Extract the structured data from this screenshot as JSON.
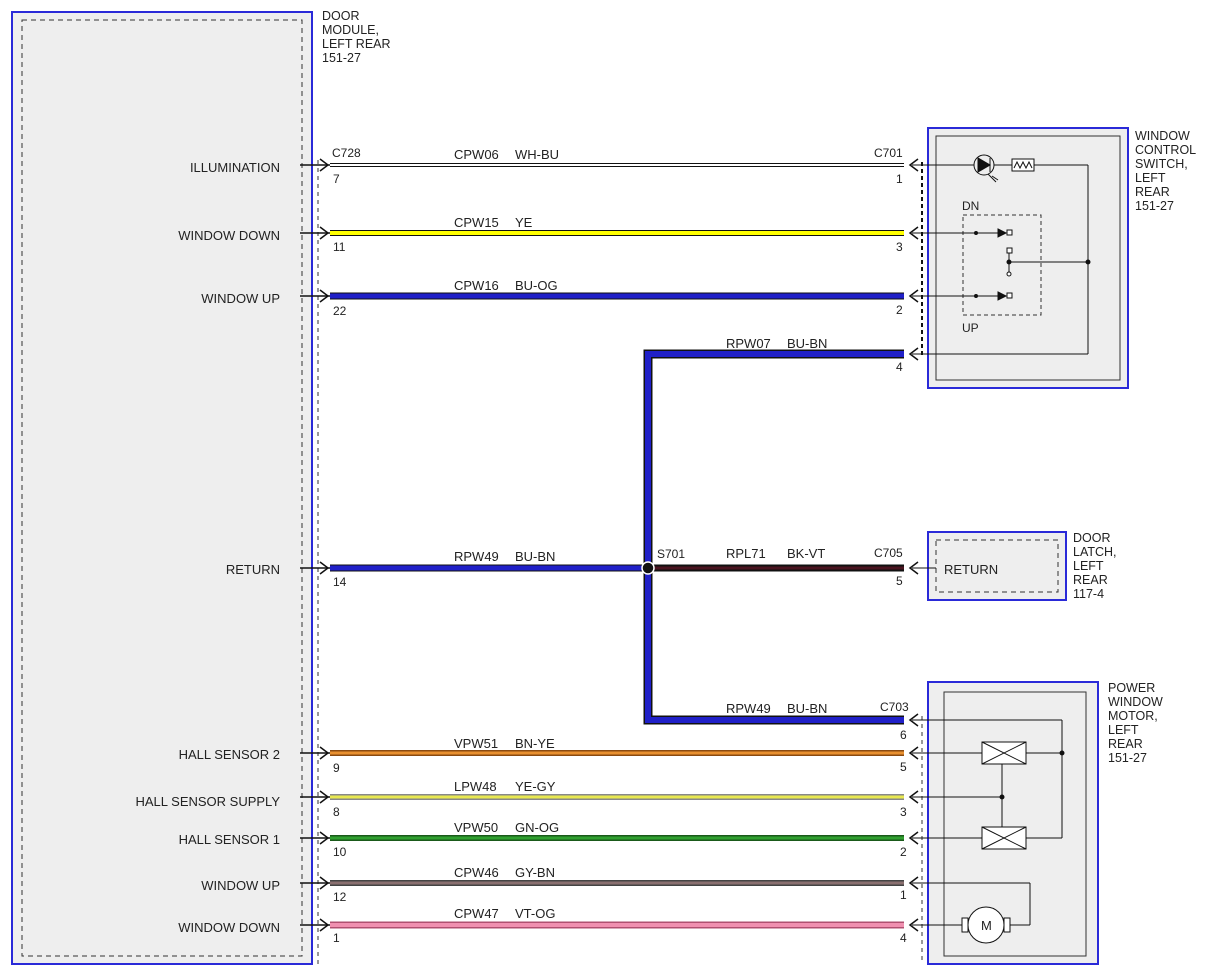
{
  "module_left": {
    "lines": [
      "DOOR",
      "MODULE,",
      "LEFT REAR",
      "151-27"
    ]
  },
  "connector_left": "C728",
  "switch_box": {
    "lines": [
      "WINDOW",
      "CONTROL",
      "SWITCH,",
      "LEFT",
      "REAR",
      "151-27"
    ],
    "dn": "DN",
    "up": "UP",
    "connector": "C701"
  },
  "latch_box": {
    "lines": [
      "DOOR",
      "LATCH,",
      "LEFT",
      "REAR",
      "117-4"
    ],
    "inner": "RETURN",
    "connector": "C705"
  },
  "motor_box": {
    "lines": [
      "POWER",
      "WINDOW",
      "MOTOR,",
      "LEFT",
      "REAR",
      "151-27"
    ],
    "connector": "C703",
    "motor_symbol": "M"
  },
  "splice": "S701",
  "pins": [
    {
      "label": "ILLUMINATION",
      "left_pin": "7",
      "circuit": "CPW06",
      "color": "WH-BU",
      "right_pin": "1"
    },
    {
      "label": "WINDOW DOWN",
      "left_pin": "11",
      "circuit": "CPW15",
      "color": "YE",
      "right_pin": "3"
    },
    {
      "label": "WINDOW UP",
      "left_pin": "22",
      "circuit": "CPW16",
      "color": "BU-OG",
      "right_pin": "2"
    },
    {
      "label": "RETURN",
      "left_pin": "14",
      "circuit": "RPW49",
      "color": "BU-BN"
    },
    {
      "label": "HALL SENSOR 2",
      "left_pin": "9",
      "circuit": "VPW51",
      "color": "BN-YE",
      "right_pin": "5"
    },
    {
      "label": "HALL SENSOR SUPPLY",
      "left_pin": "8",
      "circuit": "LPW48",
      "color": "YE-GY",
      "right_pin": "3"
    },
    {
      "label": "HALL SENSOR 1",
      "left_pin": "10",
      "circuit": "VPW50",
      "color": "GN-OG",
      "right_pin": "2"
    },
    {
      "label": "WINDOW UP",
      "left_pin": "12",
      "circuit": "CPW46",
      "color": "GY-BN",
      "right_pin": "1"
    },
    {
      "label": "WINDOW DOWN",
      "left_pin": "1",
      "circuit": "CPW47",
      "color": "VT-OG",
      "right_pin": "4"
    }
  ],
  "branches": [
    {
      "circuit": "RPW07",
      "color": "BU-BN",
      "right_pin": "4"
    },
    {
      "circuit": "RPL71",
      "color": "BK-VT",
      "right_pin": "5"
    },
    {
      "circuit": "RPW49",
      "color": "BU-BN",
      "right_pin": "6"
    }
  ],
  "colors": {
    "box_border": "#2a2ad8",
    "box_fill": "#eeeeee",
    "WH-BU": "#ffffff",
    "YE": "#ffff00",
    "BU-OG": "#2020c8",
    "BU-BN": "#2020c8",
    "BK-VT": "#4a1420",
    "BN-YE": "#e89030",
    "YE-GY": "#e8e850",
    "GN-OG": "#30a030",
    "GY-BN": "#8a7070",
    "VT-OG": "#f090b0"
  }
}
